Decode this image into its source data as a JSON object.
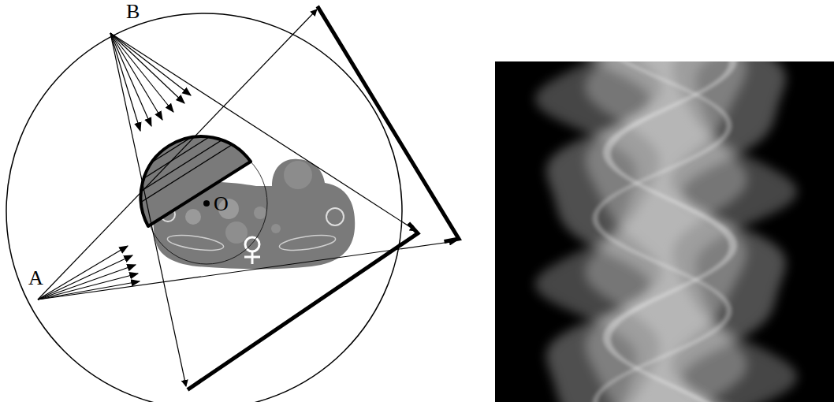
{
  "diagram": {
    "labels": [
      "B",
      "A",
      "O"
    ]
  }
}
